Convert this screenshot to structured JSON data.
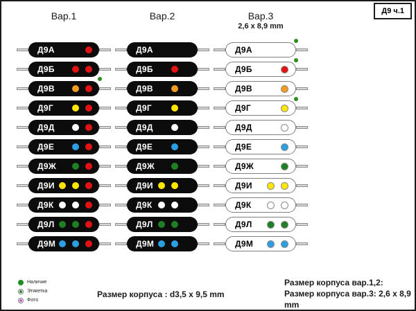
{
  "page": {
    "title_box": "Д9 ч.1"
  },
  "columns": [
    {
      "label": "Вар.1",
      "sublabel": "",
      "body_style": "black"
    },
    {
      "label": "Вар.2",
      "sublabel": "",
      "body_style": "black"
    },
    {
      "label": "Вар.3",
      "sublabel": "2,6 x 8,9 mm",
      "body_style": "white"
    }
  ],
  "colors": {
    "red": "#e31313",
    "orange": "#f29c1f",
    "yellow": "#ffe600",
    "white": "#ffffff",
    "blue": "#2c9fe3",
    "green": "#1e8022",
    "mark_green": "#2e8b1e"
  },
  "rows": [
    {
      "label": "Д9А",
      "var1": {
        "dots": [
          "red"
        ],
        "mark": false
      },
      "var2": {
        "dots": []
      },
      "var3": {
        "dots": [],
        "mark": true
      }
    },
    {
      "label": "Д9Б",
      "var1": {
        "dots": [
          "red",
          "red"
        ],
        "mark": false
      },
      "var2": {
        "dots": [
          "red"
        ]
      },
      "var3": {
        "dots": [
          "red"
        ],
        "mark": true
      }
    },
    {
      "label": "Д9В",
      "var1": {
        "dots": [
          "orange",
          "red"
        ],
        "mark": true
      },
      "var2": {
        "dots": [
          "orange"
        ]
      },
      "var3": {
        "dots": [
          "orange"
        ],
        "mark": false
      }
    },
    {
      "label": "Д9Г",
      "var1": {
        "dots": [
          "yellow",
          "red"
        ],
        "mark": false
      },
      "var2": {
        "dots": [
          "yellow"
        ]
      },
      "var3": {
        "dots": [
          "yellow"
        ],
        "mark": true
      }
    },
    {
      "label": "Д9Д",
      "var1": {
        "dots": [
          "white",
          "red"
        ],
        "mark": false
      },
      "var2": {
        "dots": [
          "white"
        ]
      },
      "var3": {
        "dots": [
          "white"
        ],
        "mark": false
      }
    },
    {
      "label": "Д9Е",
      "var1": {
        "dots": [
          "blue",
          "red"
        ],
        "mark": false
      },
      "var2": {
        "dots": [
          "blue"
        ]
      },
      "var3": {
        "dots": [
          "blue"
        ],
        "mark": false
      }
    },
    {
      "label": "Д9Ж",
      "var1": {
        "dots": [
          "green",
          "red"
        ],
        "mark": false
      },
      "var2": {
        "dots": [
          "green"
        ]
      },
      "var3": {
        "dots": [
          "green"
        ],
        "mark": false
      }
    },
    {
      "label": "Д9И",
      "var1": {
        "dots": [
          "yellow",
          "yellow",
          "red"
        ],
        "mark": false
      },
      "var2": {
        "dots": [
          "yellow",
          "yellow"
        ]
      },
      "var3": {
        "dots": [
          "yellow",
          "yellow"
        ],
        "mark": false
      }
    },
    {
      "label": "Д9К",
      "var1": {
        "dots": [
          "white",
          "white",
          "red"
        ],
        "mark": false
      },
      "var2": {
        "dots": [
          "white",
          "white"
        ]
      },
      "var3": {
        "dots": [
          "white",
          "white"
        ],
        "mark": false
      }
    },
    {
      "label": "Д9Л",
      "var1": {
        "dots": [
          "green",
          "green",
          "red"
        ],
        "mark": false
      },
      "var2": {
        "dots": [
          "green",
          "green"
        ]
      },
      "var3": {
        "dots": [
          "green",
          "green"
        ],
        "mark": false
      }
    },
    {
      "label": "Д9М",
      "var1": {
        "dots": [
          "blue",
          "blue",
          "red"
        ],
        "mark": false
      },
      "var2": {
        "dots": [
          "blue",
          "blue"
        ]
      },
      "var3": {
        "dots": [
          "blue",
          "blue"
        ],
        "mark": false
      }
    }
  ],
  "legend": [
    {
      "icon": "filled-green-dot",
      "label": "Наличие"
    },
    {
      "icon": "ring-green-dot",
      "label": "Этикетка"
    },
    {
      "icon": "ring-magenta-dot",
      "label": "Фото"
    }
  ],
  "footer": {
    "center": "Размер корпуса : d3,5 x 9,5 mm",
    "right_line1": "Размер корпуса вар.1,2:",
    "right_line2": "Размер корпуса вар.3: 2,6 x 8,9 mm"
  }
}
